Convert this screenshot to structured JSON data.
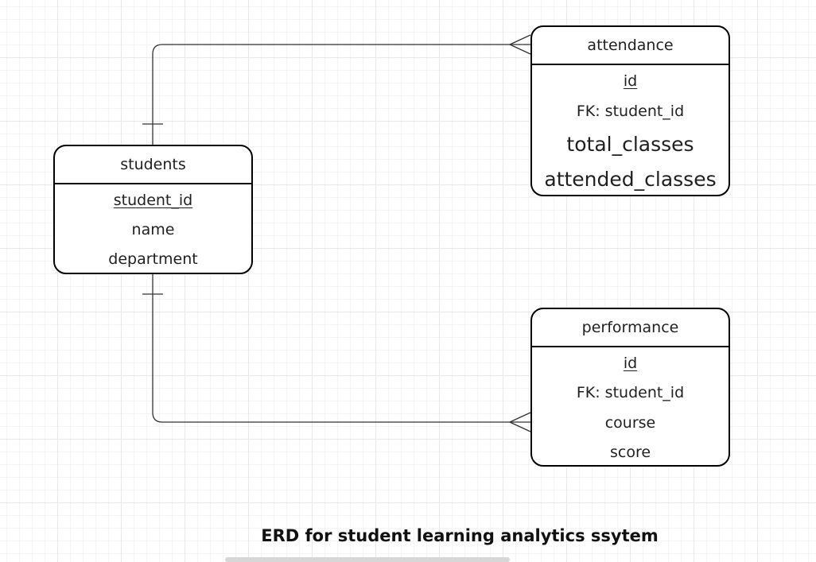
{
  "caption": "ERD for student learning analytics ssytem",
  "entities": {
    "students": {
      "name": "students",
      "attributes": [
        {
          "label": "student_id",
          "key": "primary"
        },
        {
          "label": "name"
        },
        {
          "label": "department"
        }
      ]
    },
    "attendance": {
      "name": "attendance",
      "attributes": [
        {
          "label": "id",
          "key": "primary"
        },
        {
          "label": "FK: student_id"
        },
        {
          "label": "total_classes"
        },
        {
          "label": "attended_classes"
        }
      ]
    },
    "performance": {
      "name": "performance",
      "attributes": [
        {
          "label": "id",
          "key": "primary"
        },
        {
          "label": "FK: student_id"
        },
        {
          "label": "course"
        },
        {
          "label": "score"
        }
      ]
    }
  },
  "relationships": [
    {
      "from": "students",
      "to": "attendance",
      "from_cardinality": "one",
      "to_cardinality": "many"
    },
    {
      "from": "students",
      "to": "performance",
      "from_cardinality": "one",
      "to_cardinality": "many"
    }
  ],
  "colors": {
    "line": "#000000",
    "connector": "#333333",
    "grid": "#e9e9e9",
    "background": "#ffffff"
  }
}
